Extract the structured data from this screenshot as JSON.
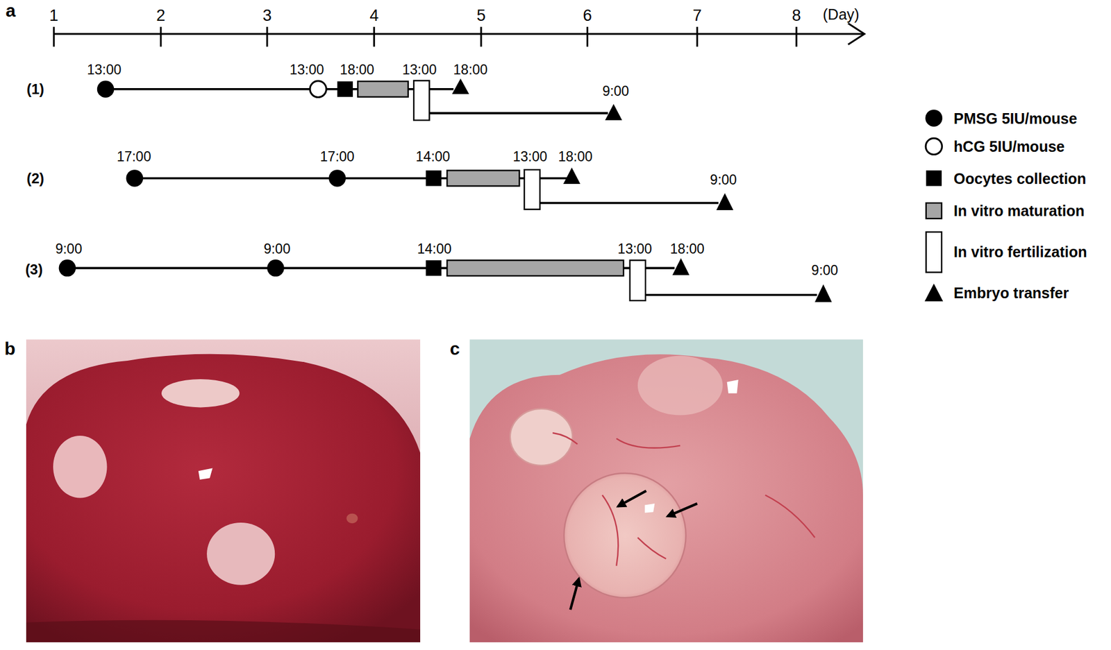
{
  "diagram": {
    "labels": [
      "a",
      "1",
      "2",
      "3",
      "4",
      "5",
      "6",
      "7",
      "8",
      "(Day)",
      "(1)",
      "13:00",
      "13:00",
      "18:00",
      "13:00",
      "18:00",
      "9:00",
      "(2)",
      "17:00",
      "17:00",
      "14:00",
      "13:00",
      "18:00",
      "9:00",
      "(3)",
      "9:00",
      "9:00",
      "14:00",
      "13:00",
      "18:00",
      "9:00",
      "b",
      "c"
    ],
    "legend": [
      {
        "text": "PMSG 5IU/mouse"
      },
      {
        "text": "hCG 5IU/mouse"
      },
      {
        "text": "Oocytes collection"
      },
      {
        "text": "In vitro maturation"
      },
      {
        "text": "In vitro fertilization"
      },
      {
        "text": "Embryo transfer"
      }
    ]
  }
}
